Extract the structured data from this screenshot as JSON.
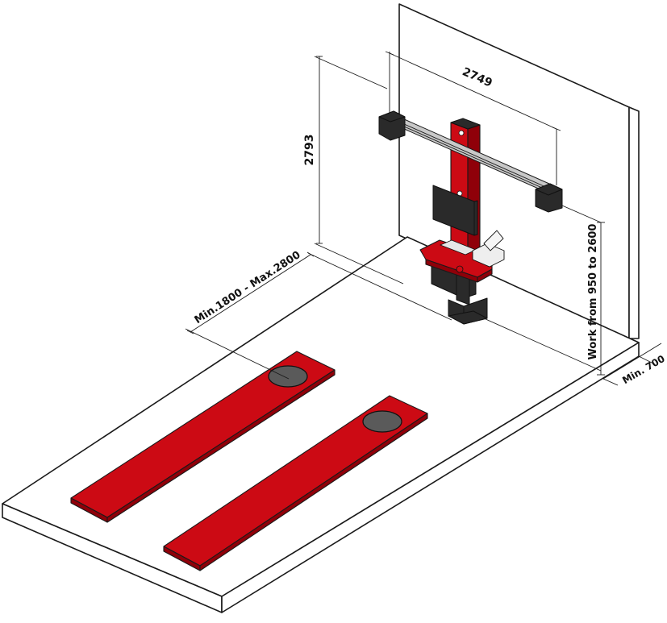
{
  "dimensions": {
    "beam_width": "2749",
    "column_height": "2793",
    "distance_range": "Min.1800 - Max.2800",
    "work_range": "Work from 950 to 2600",
    "wall_clearance": "Min. 700"
  },
  "colors": {
    "accent_red": "#cc0a14",
    "accent_red_dark": "#8f0009",
    "machine_dark": "#2a2a2a",
    "line": "#1a1a1a",
    "background": "#ffffff"
  }
}
